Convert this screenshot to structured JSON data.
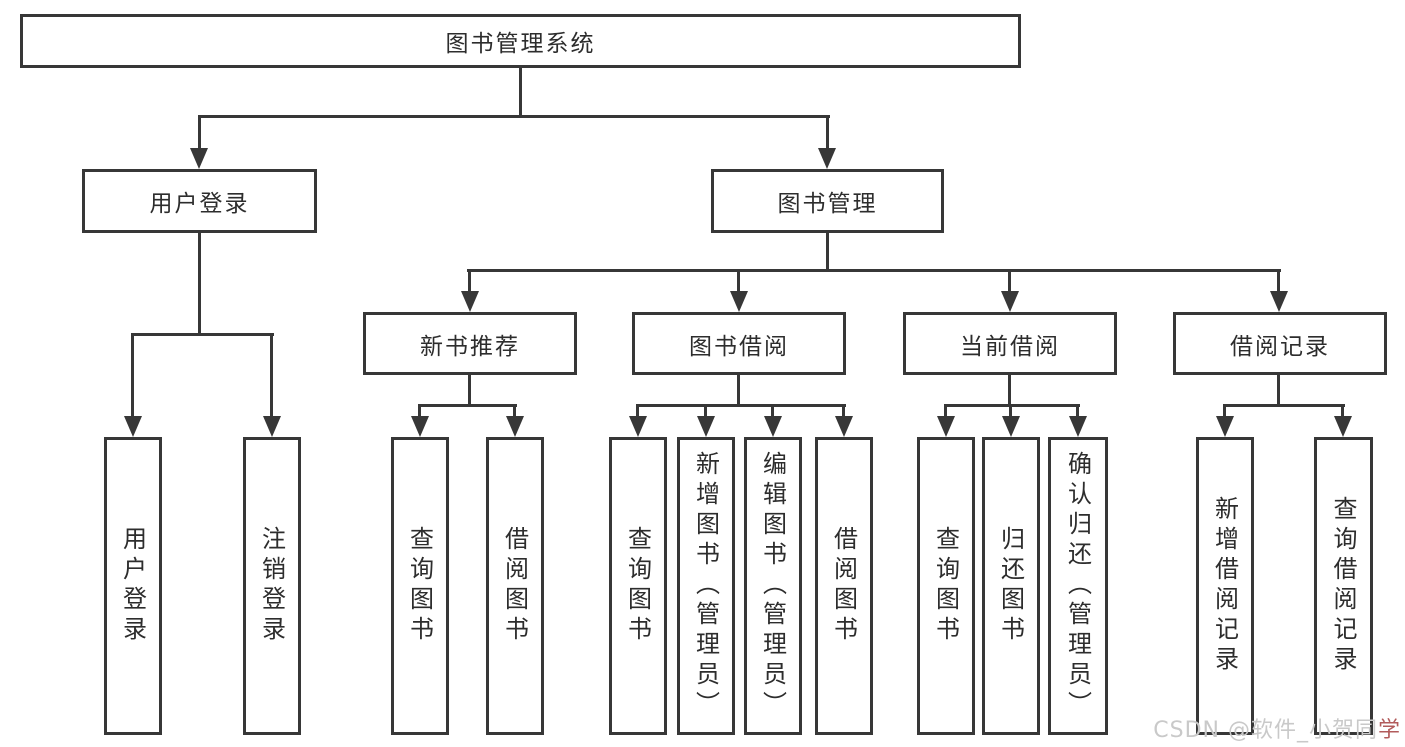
{
  "diagram": {
    "root": {
      "label": "图书管理系统"
    },
    "branches": [
      {
        "label": "用户登录",
        "children": [
          {
            "label": "用户登录"
          },
          {
            "label": "注销登录"
          }
        ]
      },
      {
        "label": "图书管理",
        "children": [
          {
            "label": "新书推荐",
            "children": [
              {
                "label": "查询图书"
              },
              {
                "label": "借阅图书"
              }
            ]
          },
          {
            "label": "图书借阅",
            "children": [
              {
                "label": "查询图书"
              },
              {
                "label": "新增图书（管理员）"
              },
              {
                "label": "编辑图书（管理员）"
              },
              {
                "label": "借阅图书"
              }
            ]
          },
          {
            "label": "当前借阅",
            "children": [
              {
                "label": "查询图书"
              },
              {
                "label": "归还图书"
              },
              {
                "label": "确认归还（管理员）"
              }
            ]
          },
          {
            "label": "借阅记录",
            "children": [
              {
                "label": "新增借阅记录"
              },
              {
                "label": "查询借阅记录"
              }
            ]
          }
        ]
      }
    ]
  },
  "watermark": {
    "prefix": "CSDN @软件_小贺同",
    "suffix": "学"
  },
  "colors": {
    "line": "#373737",
    "text": "#2d2d2d",
    "background": "#ffffff",
    "watermark": "#c9c9c9",
    "watermark_accent": "#b25b5b"
  }
}
